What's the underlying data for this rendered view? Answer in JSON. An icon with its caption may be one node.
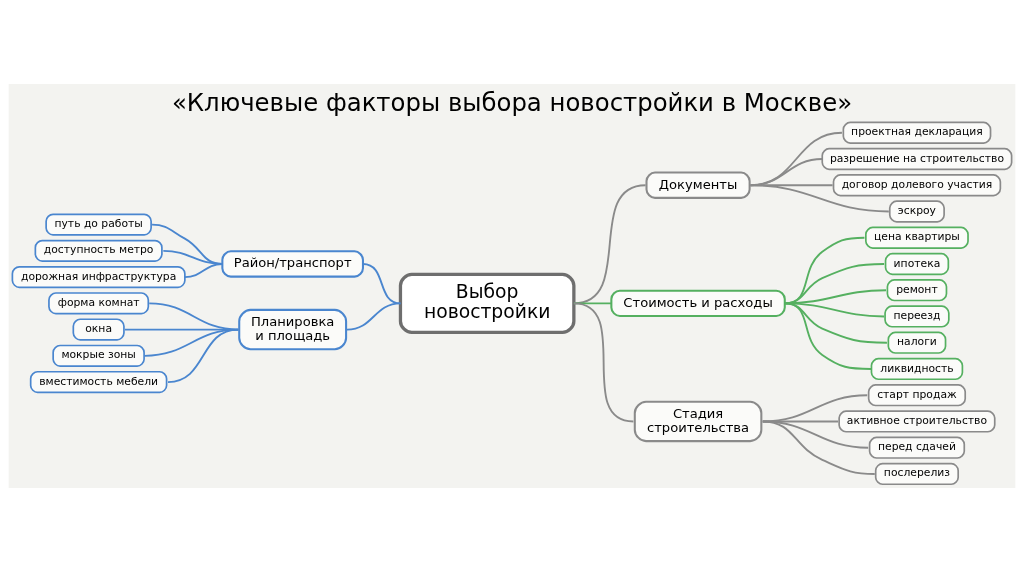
{
  "diagram": {
    "title": "«Ключевые факторы выбора новостройки в Москве»",
    "nodes": [
      {
        "text": [
          "Выбор новостройки"
        ]
      },
      {
        "text": [
          "Район/транспорт"
        ]
      },
      {
        "text": [
          "путь до работы"
        ]
      },
      {
        "text": [
          "доступность метро"
        ]
      },
      {
        "text": [
          "дорожная инфраструктура"
        ]
      },
      {
        "text": [
          "Планировка и площадь"
        ]
      },
      {
        "text": [
          "форма комнат"
        ]
      },
      {
        "text": [
          "окна"
        ]
      },
      {
        "text": [
          "мокрые зоны"
        ]
      },
      {
        "text": [
          "вместимость мебели"
        ]
      },
      {
        "text": [
          "Документы"
        ]
      },
      {
        "text": [
          "проектная декларация"
        ]
      },
      {
        "text": [
          "разрешение на строительство"
        ]
      },
      {
        "text": [
          "договор долевого участия"
        ]
      },
      {
        "text": [
          "эскроу"
        ]
      },
      {
        "text": [
          "Стоимость и расходы"
        ]
      },
      {
        "text": [
          "цена квартиры"
        ]
      },
      {
        "text": [
          "ипотека"
        ]
      },
      {
        "text": [
          "ремонт"
        ]
      },
      {
        "text": [
          "переезд"
        ]
      },
      {
        "text": [
          "налоги"
        ]
      },
      {
        "text": [
          "ликвидность"
        ]
      },
      {
        "text": [
          "Стадия строительства"
        ]
      },
      {
        "text": [
          "старт продаж"
        ]
      },
      {
        "text": [
          "активное строительство"
        ]
      },
      {
        "text": [
          "перед сдачей"
        ]
      },
      {
        "text": [
          "послерелиз"
        ]
      }
    ],
    "edges": [
      {
        "from": 1,
        "to": 0,
        "arrow": "none",
        "color": "#4a86cf"
      },
      {
        "from": 2,
        "to": 1,
        "arrow": "none",
        "color": "#4a86cf"
      },
      {
        "from": 3,
        "to": 1,
        "arrow": "none",
        "color": "#4a86cf"
      },
      {
        "from": 4,
        "to": 1,
        "arrow": "none",
        "color": "#4a86cf"
      },
      {
        "from": 5,
        "to": 0,
        "arrow": "none",
        "color": "#4a86cf"
      },
      {
        "from": 6,
        "to": 5,
        "arrow": "none",
        "color": "#4a86cf"
      },
      {
        "from": 7,
        "to": 5,
        "arrow": "none",
        "color": "#4a86cf"
      },
      {
        "from": 8,
        "to": 5,
        "arrow": "none",
        "color": "#4a86cf"
      },
      {
        "from": 9,
        "to": 5,
        "arrow": "none",
        "color": "#4a86cf"
      },
      {
        "from": 0,
        "to": 10,
        "arrow": "none"
      },
      {
        "from": 10,
        "to": 11,
        "arrow": "none"
      },
      {
        "from": 10,
        "to": 12,
        "arrow": "none"
      },
      {
        "from": 10,
        "to": 13,
        "arrow": "none"
      },
      {
        "from": 10,
        "to": 14,
        "arrow": "none"
      },
      {
        "from": 0,
        "to": 15,
        "arrow": "none",
        "color": "#55b060"
      },
      {
        "from": 15,
        "to": 16,
        "arrow": "none",
        "color": "#55b060"
      },
      {
        "from": 15,
        "to": 17,
        "arrow": "none",
        "color": "#55b060"
      },
      {
        "from": 15,
        "to": 18,
        "arrow": "none",
        "color": "#55b060"
      },
      {
        "from": 15,
        "to": 19,
        "arrow": "none",
        "color": "#55b060"
      },
      {
        "from": 15,
        "to": 20,
        "arrow": "none",
        "color": "#55b060"
      },
      {
        "from": 15,
        "to": 21,
        "arrow": "none",
        "color": "#55b060"
      },
      {
        "from": 0,
        "to": 22,
        "arrow": "none"
      },
      {
        "from": 22,
        "to": 23,
        "arrow": "none"
      },
      {
        "from": 22,
        "to": 24,
        "arrow": "none"
      },
      {
        "from": 22,
        "to": 25,
        "arrow": "none"
      },
      {
        "from": 22,
        "to": 26,
        "arrow": "none"
      }
    ]
  }
}
